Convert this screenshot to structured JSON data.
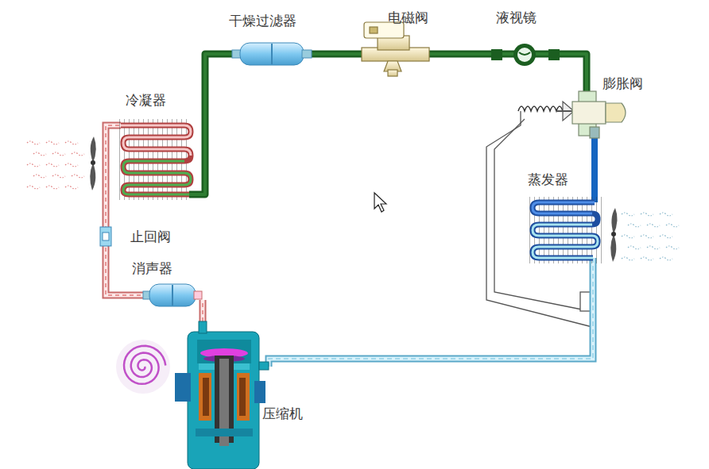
{
  "diagram": {
    "labels": [
      "干燥过滤器",
      "电磁阀",
      "液视镜",
      "冷凝器",
      "膨胀阀",
      "蒸发器",
      "止回阀",
      "消声器",
      "压缩机"
    ]
  }
}
